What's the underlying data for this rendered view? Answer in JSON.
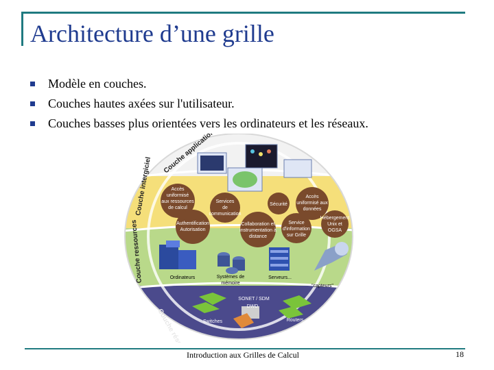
{
  "slide": {
    "title": "Architecture d’une grille",
    "bullets": [
      "Modèle en couches.",
      "Couches hautes axées sur l'utilisateur.",
      "Couches basses plus orientées vers les ordinateurs et les réseaux."
    ],
    "footer": "Introduction aux Grilles de Calcul",
    "page_number": "18"
  },
  "diagram": {
    "layers": {
      "application": "Couche application",
      "intergiciel": "Couche intergiciel",
      "ressources": "Couche ressources",
      "reseau": "Couche réseau"
    },
    "middleware_nodes": {
      "acces_ressources": [
        "Accès",
        "uniformisé",
        "aux ressources",
        "de calcul"
      ],
      "services_comm": [
        "Services",
        "de",
        "communication"
      ],
      "securite": "Sécurité",
      "acces_donnees": [
        "Accès",
        "uniformisé aux",
        "données"
      ],
      "authentification": [
        "Authentification",
        "Autorisation"
      ],
      "collaboration": [
        "Collaboration et",
        "instrumentation à",
        "distance"
      ],
      "service_info": [
        "Service",
        "d'information",
        "sur Grille"
      ],
      "hebergement": [
        "Hébergement",
        "Unix et",
        "OGSA"
      ]
    },
    "resources": {
      "ordinateurs": "Ordinateurs",
      "systemes_memoire": [
        "Systèmes de",
        "mémoire"
      ],
      "serveurs": "Serveurs...",
      "capteurs": "\"capteurs\""
    },
    "network": {
      "sonet": "SONET / SDM",
      "dwd": "DWD",
      "switches": "Switches",
      "routers": "Routers"
    }
  }
}
